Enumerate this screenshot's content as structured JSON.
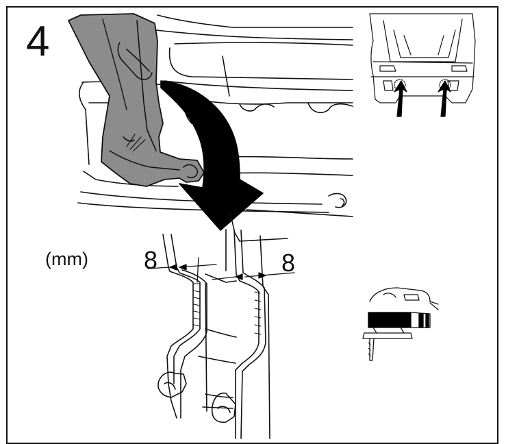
{
  "step_number": "4",
  "unit_label": "(mm)",
  "dimensions": {
    "left": "8",
    "right": "8"
  },
  "icons": {
    "panel": "trim-panel-illustration",
    "rotate_arrow": "curved-arrow-icon",
    "vehicle": "car-rear-view-icon",
    "tool": "jigsaw-icon"
  },
  "colors": {
    "line": "#111111",
    "panel_fill": "#8c8c8c",
    "arrow_fill": "#000000",
    "background": "#ffffff"
  }
}
